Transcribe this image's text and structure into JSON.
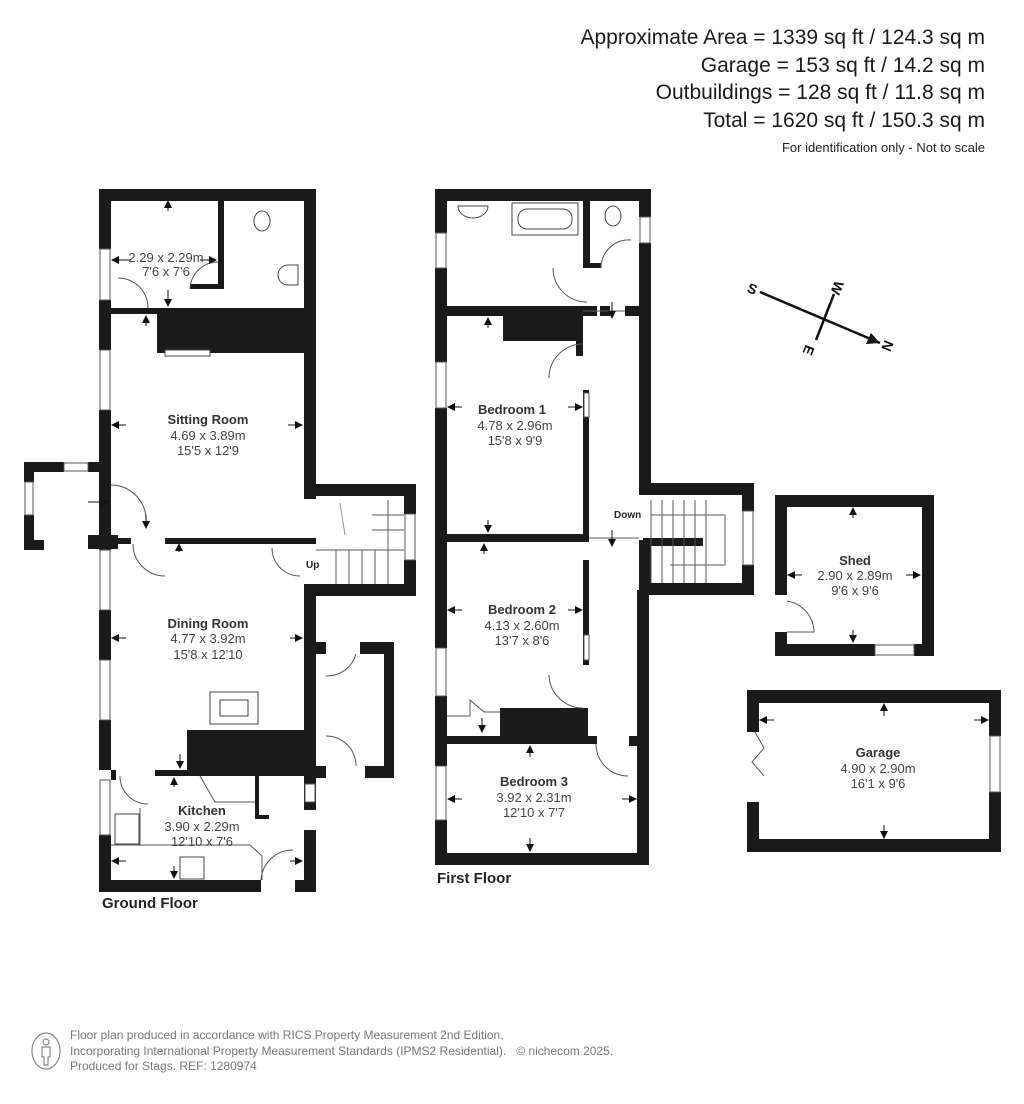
{
  "summary": {
    "lines": [
      "Approximate Area = 1339 sq ft / 124.3 sq m",
      "Garage = 153 sq ft / 14.2 sq m",
      "Outbuildings = 128 sq ft / 11.8 sq m",
      "Total = 1620 sq ft / 150.3 sq m"
    ],
    "note": "For identification only - Not to scale"
  },
  "ground_floor": {
    "label": "Ground Floor",
    "rooms": [
      {
        "name": "",
        "metric": "2.29 x 2.29m",
        "imperial": "7'6 x 7'6"
      },
      {
        "name": "Sitting Room",
        "metric": "4.69 x 3.89m",
        "imperial": "15'5 x 12'9"
      },
      {
        "name": "Dining Room",
        "metric": "4.77 x 3.92m",
        "imperial": "15'8 x 12'10"
      },
      {
        "name": "Kitchen",
        "metric": "3.90 x 2.29m",
        "imperial": "12'10 x 7'6"
      }
    ],
    "stair_label": "Up"
  },
  "first_floor": {
    "label": "First Floor",
    "rooms": [
      {
        "name": "Bedroom 1",
        "metric": "4.78 x 2.96m",
        "imperial": "15'8 x 9'9"
      },
      {
        "name": "Bedroom 2",
        "metric": "4.13 x 2.60m",
        "imperial": "13'7 x 8'6"
      },
      {
        "name": "Bedroom 3",
        "metric": "3.92 x 2.31m",
        "imperial": "12'10 x 7'7"
      }
    ],
    "stair_label": "Down"
  },
  "outbuildings": {
    "shed": {
      "name": "Shed",
      "metric": "2.90 x 2.89m",
      "imperial": "9'6 x 9'6"
    },
    "garage": {
      "name": "Garage",
      "metric": "4.90 x 2.90m",
      "imperial": "16'1 x 9'6"
    }
  },
  "compass": {
    "n": "N",
    "s": "S",
    "e": "E",
    "w": "W"
  },
  "footer": {
    "line1": "Floor plan produced in accordance with RICS Property Measurement 2nd Edition,",
    "line2": "Incorporating International Property Measurement Standards (IPMS2 Residential).",
    "copyright": "© nichecom 2025.",
    "line3": "Produced for Stags.   REF: 1280974"
  }
}
